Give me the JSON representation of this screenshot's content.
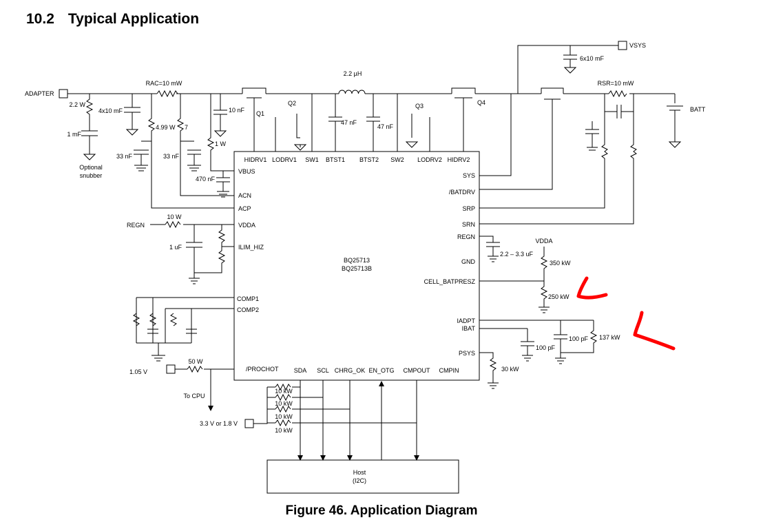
{
  "heading": {
    "number": "10.2",
    "title": "Typical Application"
  },
  "caption": "Figure 46.  Application Diagram",
  "ic": {
    "part1": "BQ25713",
    "part2": "BQ25713B"
  },
  "pins": {
    "top": [
      "HIDRV1",
      "LODRV1",
      "SW1",
      "BTST1",
      "BTST2",
      "SW2",
      "LODRV2",
      "HIDRV2"
    ],
    "left": [
      "VBUS",
      "ACN",
      "ACP",
      "VDDA",
      "ILIM_HIZ",
      "COMP1",
      "COMP2",
      "/PROCHOT"
    ],
    "right": [
      "SYS",
      "/BATDRV",
      "SRP",
      "SRN",
      "REGN",
      "GND",
      "CELL_BATPRESZ",
      "IADPT",
      "IBAT",
      "PSYS"
    ],
    "bottom": [
      "SDA",
      "SCL",
      "CHRG_OK",
      "EN_OTG",
      "CMPOUT",
      "CMPIN"
    ]
  },
  "ports": {
    "adapter": "ADAPTER",
    "vsys": "VSYS",
    "batt": "BATT",
    "v105": "1.05 V",
    "v33": "3.3 V or 1.8 V"
  },
  "labels": {
    "rac": "RAC=10 mW",
    "rsr": "RSR=10 mW",
    "inductor": "2.2 µH",
    "c_vsys": "6x10 mF",
    "r_snub": "2.2 W",
    "c_in": "4x10 mF",
    "c_snub": "1 mF",
    "snubber1": "Optional",
    "snubber2": "snubber",
    "c_acp": "33 nF",
    "c_acn": "33 nF",
    "r_acp": "4.99 W",
    "r_acn": "7",
    "c_hs": "10 nF",
    "r_vbus": "1 W",
    "c_vbus": "470 nF",
    "q1": "Q1",
    "q2": "Q2",
    "q3": "Q3",
    "q4": "Q4",
    "c_btst1": "47 nF",
    "c_btst2": "47 nF",
    "regn": "REGN",
    "r_vdda": "10 W",
    "c_vdda": "1 uF",
    "c_regn": "2.2 – 3.3 uF",
    "vdda": "VDDA",
    "r_350": "350 kW",
    "r_250": "250 kW",
    "c_iadpt": "100 pF",
    "c_ibat": "100 pF",
    "r_137": "137 kW",
    "r_psys": "30 kW",
    "r_prochot": "50 W",
    "to_cpu": "To CPU",
    "r_pu1": "10 kW",
    "r_pu2": "10 kW",
    "r_pu3": "10 kW",
    "r_pu4": "10 kW",
    "host1": "Host",
    "host2": "(I2C)"
  },
  "colors": {
    "annotation_arrow": "#ff0000"
  }
}
